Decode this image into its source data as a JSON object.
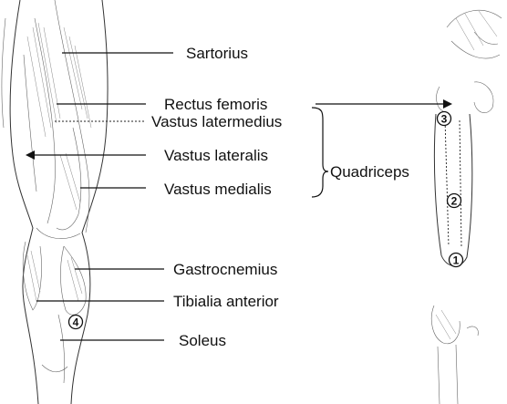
{
  "labels": {
    "sartorius": "Sartorius",
    "rectus_femoris": "Rectus femoris",
    "vastus_intermedius": "Vastus latermedius",
    "vastus_lateralis": "Vastus lateralis",
    "vastus_medialis": "Vastus medialis",
    "group": "Quadriceps",
    "gastrocnemius": "Gastrocnemius",
    "tibialis_anterior": "Tibialia anterior",
    "soleus": "Soleus"
  },
  "markers": {
    "m1": "1",
    "m2": "2",
    "m3": "3",
    "m4": "4"
  },
  "colors": {
    "ink": "#111111",
    "background": "#ffffff"
  }
}
